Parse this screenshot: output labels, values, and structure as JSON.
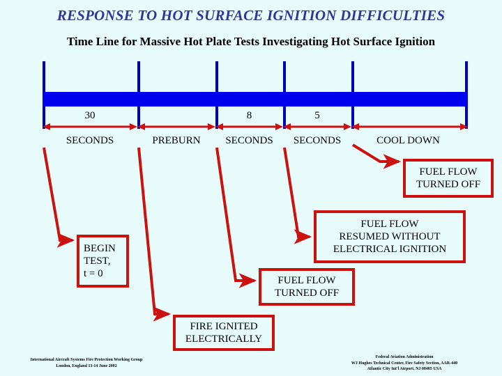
{
  "slide": {
    "title": "RESPONSE TO HOT SURFACE IGNITION DIFFICULTIES",
    "subtitle": "Time Line for Massive Hot Plate Tests Investigating Hot Surface Ignition",
    "background_color": "#e6fbfa",
    "title_color": "#333399",
    "bar_color": "#0000ee",
    "tick_color": "#0000bb",
    "accent_color": "#cc1111"
  },
  "timeline": {
    "segments": [
      {
        "number": "30",
        "label": "SECONDS"
      },
      {
        "number": "",
        "label": "PREBURN"
      },
      {
        "number": "8",
        "label": "SECONDS"
      },
      {
        "number": "5",
        "label": "SECONDS"
      },
      {
        "number": "",
        "label": "COOL DOWN"
      }
    ]
  },
  "callouts": {
    "fuel_flow_off_top": {
      "lines": [
        "FUEL FLOW",
        "TURNED OFF"
      ],
      "line1": "FUEL FLOW",
      "line2": "TURNED OFF"
    },
    "fuel_flow_resumed": {
      "line1": "FUEL FLOW",
      "line2": "RESUMED WITHOUT",
      "line3": "ELECTRICAL IGNITION"
    },
    "begin_test": {
      "line1": "BEGIN",
      "line2": "TEST,",
      "line3": "t = 0"
    },
    "fuel_flow_off_mid": {
      "line1": "FUEL FLOW",
      "line2": "TURNED OFF"
    },
    "fire_ignited": {
      "line1": "FIRE IGNITED",
      "line2": "ELECTRICALLY"
    }
  },
  "footer_left": {
    "line1": "International Aircraft Systems Fire Protection Working Group",
    "line2": "London, England      13-14 June 2002"
  },
  "footer_right": {
    "line1": "Federal Aviation Administration",
    "line2": "WJ Hughes Technical Center, Fire Safety Section, AAR-440",
    "line3": "Atlantic City Int'l Airport, NJ 08405   USA"
  }
}
